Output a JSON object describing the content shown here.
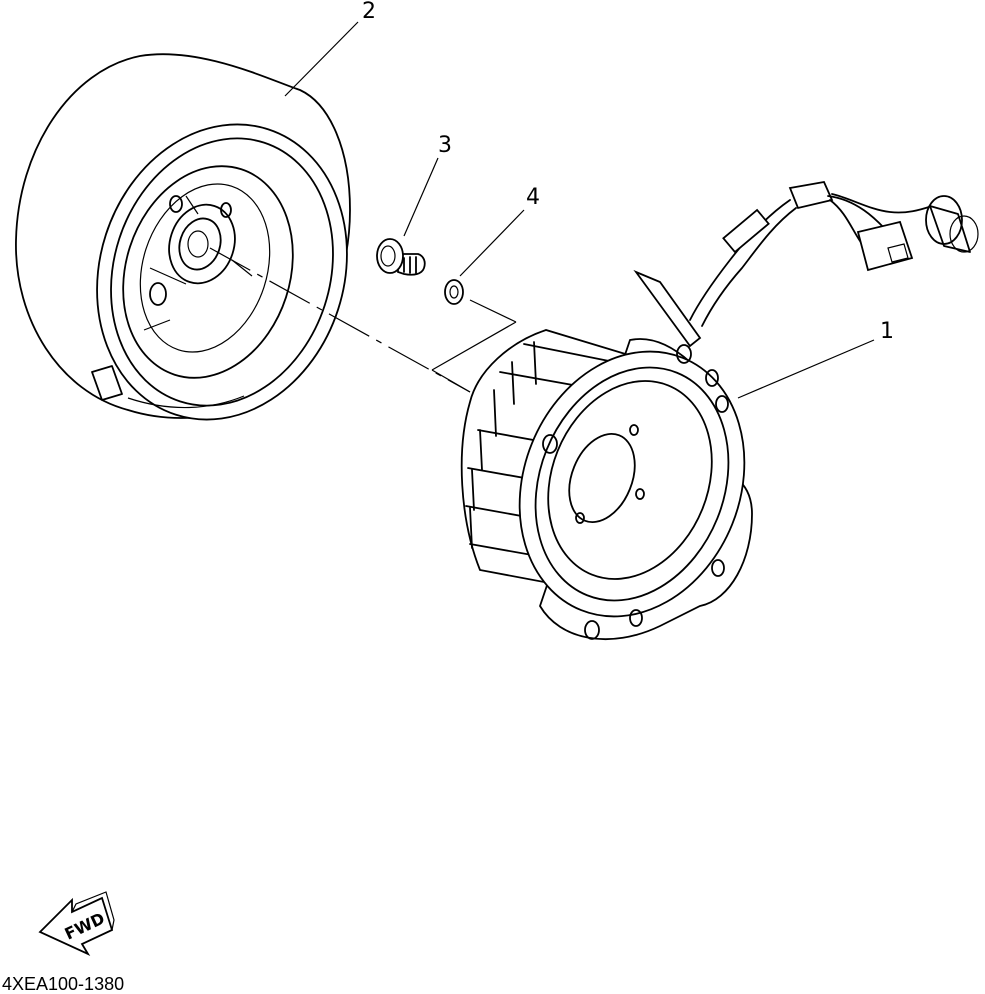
{
  "callouts": {
    "part_1": "1",
    "part_2": "2",
    "part_3": "3",
    "part_4": "4"
  },
  "direction_arrow": {
    "label": "FWD",
    "icon": "fwd-arrow-icon"
  },
  "drawing_code": "4XEA100-1380"
}
